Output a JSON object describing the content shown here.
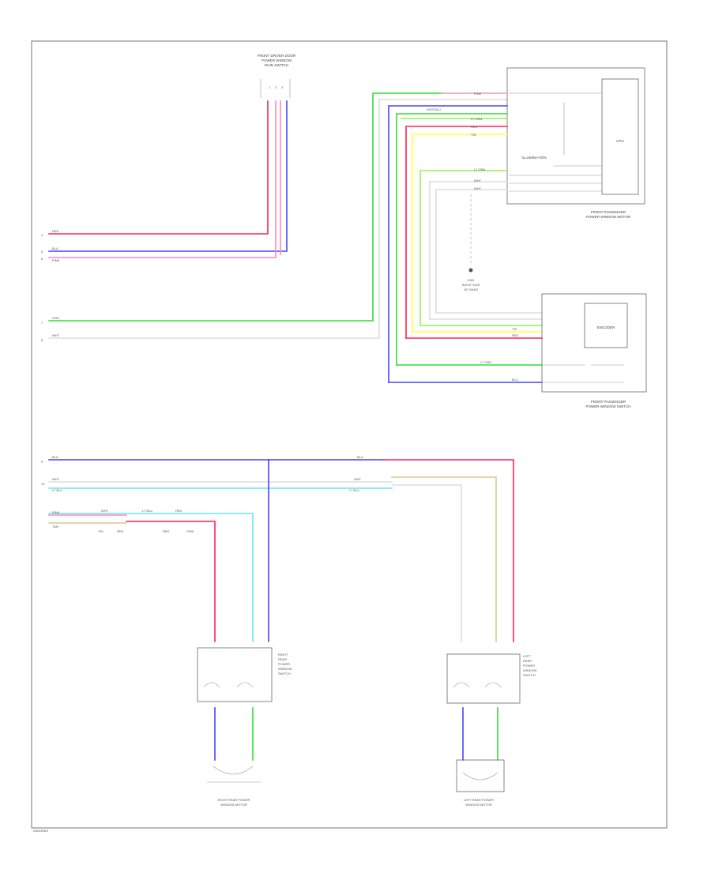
{
  "colors": {
    "red": "#ff2255",
    "pink": "#ff88bb",
    "blue": "#4444ff",
    "green": "#33dd33",
    "light_green": "#99ee55",
    "white": "#dddddd",
    "yellow": "#ffff44",
    "tan": "#d9c890",
    "cyan": "#66e8f0",
    "frame": "#777777"
  },
  "labels": {
    "top_connector": [
      "FRONT DRIVER DOOR",
      "POWER WINDOW",
      "MAIN SWITCH"
    ],
    "right_top_module": [
      "FRONT PASSENGER",
      "POWER WINDOW MOTOR"
    ],
    "right_bottom_module": [
      "FRONT PASSENGER",
      "POWER WINDOW SWITCH"
    ],
    "cpu_box": "CPU",
    "illumination_box": "ILLUMINATION",
    "encoder_box": "ENCODER",
    "ground_note": [
      "GND",
      "RIGHT SIDE",
      "OF DASH"
    ],
    "rr_switch": [
      "RIGHT",
      "REAR",
      "POWER",
      "WINDOW",
      "SWITCH"
    ],
    "lr_switch": [
      "LEFT",
      "REAR",
      "POWER",
      "WINDOW",
      "SWITCH"
    ],
    "rr_motor": [
      "RIGHT REAR POWER",
      "WINDOW MOTOR"
    ],
    "lr_motor": [
      "LEFT REAR POWER",
      "WINDOW MOTOR"
    ],
    "footer": "DIAGRAM"
  },
  "wire_codes": {
    "red": "RED",
    "pink": "PINK",
    "blue": "BLU",
    "green": "GRN",
    "white": "WHT",
    "yellow": "YEL",
    "light_green": "LT GRN",
    "tan": "TAN",
    "cyan": "LT BLU",
    "white_blue": "WHT/BLU"
  },
  "pin_numbers": [
    "1",
    "2",
    "3",
    "4",
    "5",
    "6",
    "7",
    "8",
    "9",
    "10"
  ]
}
